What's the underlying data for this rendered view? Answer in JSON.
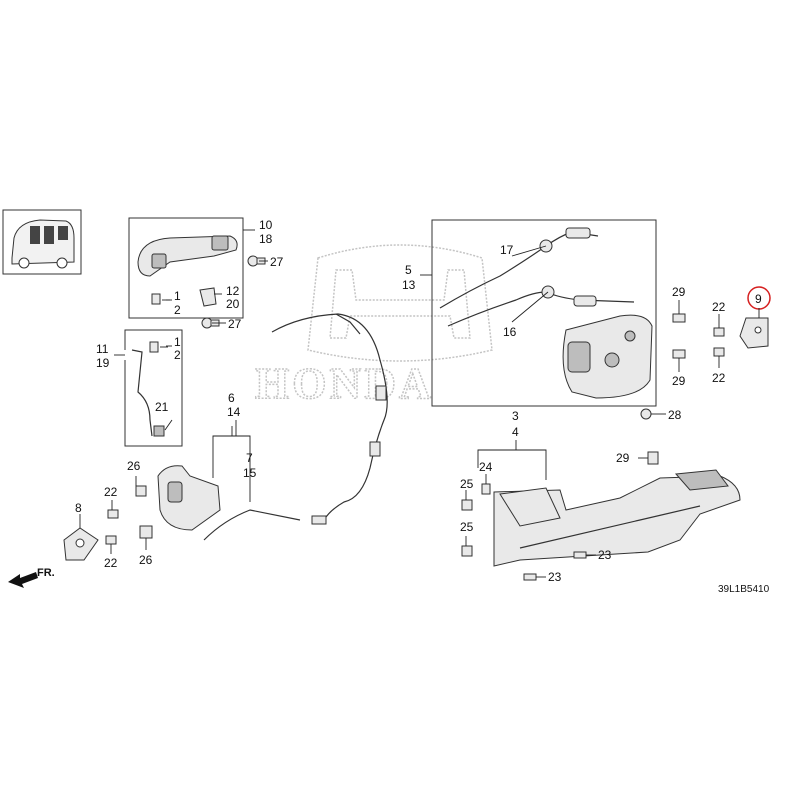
{
  "brand": {
    "name": "HONDA",
    "watermark_color": "#c4c4c4",
    "highlight_color": "#d62020"
  },
  "diagram_code": "39L1B5410",
  "front_indicator": "FR.",
  "callouts": [
    {
      "id": "c1a",
      "label": "1"
    },
    {
      "id": "c2a",
      "label": "2"
    },
    {
      "id": "c1b",
      "label": "1"
    },
    {
      "id": "c2b",
      "label": "2"
    },
    {
      "id": "c3",
      "label": "3"
    },
    {
      "id": "c4",
      "label": "4"
    },
    {
      "id": "c5",
      "label": "5"
    },
    {
      "id": "c6",
      "label": "6"
    },
    {
      "id": "c7",
      "label": "7"
    },
    {
      "id": "c8",
      "label": "8"
    },
    {
      "id": "c9",
      "label": "9",
      "highlighted": true
    },
    {
      "id": "c10",
      "label": "10"
    },
    {
      "id": "c11",
      "label": "11"
    },
    {
      "id": "c12",
      "label": "12"
    },
    {
      "id": "c13",
      "label": "13"
    },
    {
      "id": "c14",
      "label": "14"
    },
    {
      "id": "c15",
      "label": "15"
    },
    {
      "id": "c16",
      "label": "16"
    },
    {
      "id": "c17",
      "label": "17"
    },
    {
      "id": "c18",
      "label": "18"
    },
    {
      "id": "c19",
      "label": "19"
    },
    {
      "id": "c20",
      "label": "20"
    },
    {
      "id": "c21",
      "label": "21"
    },
    {
      "id": "c22a",
      "label": "22"
    },
    {
      "id": "c22b",
      "label": "22"
    },
    {
      "id": "c22c",
      "label": "22"
    },
    {
      "id": "c22d",
      "label": "22"
    },
    {
      "id": "c23a",
      "label": "23"
    },
    {
      "id": "c23b",
      "label": "23"
    },
    {
      "id": "c24",
      "label": "24"
    },
    {
      "id": "c25a",
      "label": "25"
    },
    {
      "id": "c25b",
      "label": "25"
    },
    {
      "id": "c26a",
      "label": "26"
    },
    {
      "id": "c26b",
      "label": "26"
    },
    {
      "id": "c27a",
      "label": "27"
    },
    {
      "id": "c27b",
      "label": "27"
    },
    {
      "id": "c28",
      "label": "28"
    },
    {
      "id": "c29a",
      "label": "29"
    },
    {
      "id": "c29b",
      "label": "29"
    },
    {
      "id": "c29c",
      "label": "29"
    }
  ]
}
